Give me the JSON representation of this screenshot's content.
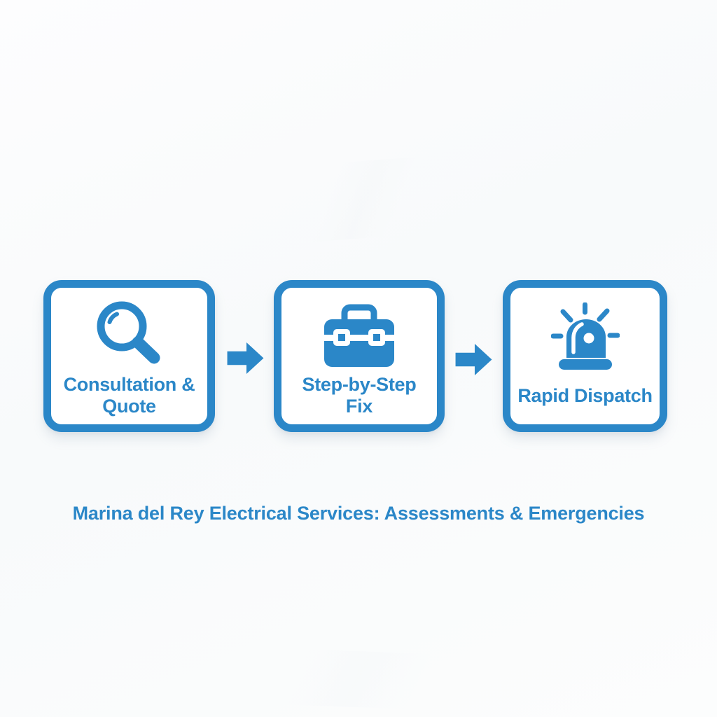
{
  "theme": {
    "accent_color": "#2b87c8",
    "background_color": "#fafbfd",
    "card_background": "#ffffff"
  },
  "diagram": {
    "steps": [
      {
        "icon": "magnifier-icon",
        "label_line1": "Consultation &",
        "label_line2": "Quote"
      },
      {
        "icon": "toolbox-icon",
        "label_line1": "Step-by-Step",
        "label_line2": "Fix"
      },
      {
        "icon": "siren-icon",
        "label_line1": "Rapid Dispatch",
        "label_line2": ""
      }
    ],
    "connector_icon": "arrow-right-icon",
    "caption": "Marina del Rey Electrical Services: Assessments & Emergencies"
  }
}
